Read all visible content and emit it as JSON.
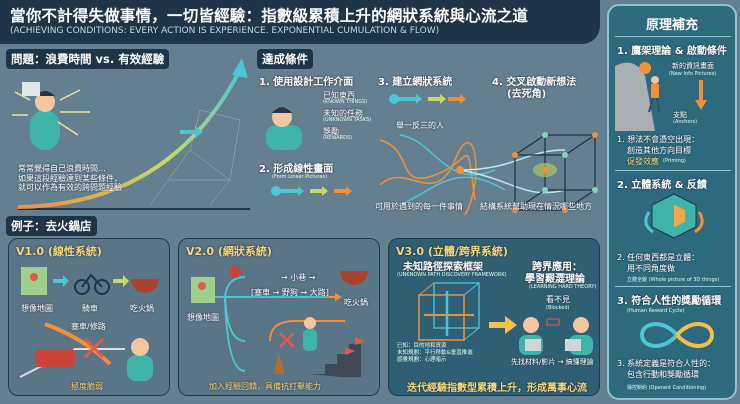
{
  "header": {
    "title": "當你不計得失做事情，一切皆經驗：指數級累積上升的網狀系統與心流之道",
    "subtitle": "(ACHIEVING CONDITIONS: EVERY ACTION IS EXPERIENCE. EXPONENTIAL CUMULATION & FLOW)"
  },
  "problem": {
    "tag": "問題：浪費時間 vs. 有效經驗",
    "lines": [
      "常常覺得自己浪費時間…",
      "如果這段經驗達到某些條件，",
      "就可以作為有效的跨問題經驗"
    ]
  },
  "conditions": {
    "tag": "達成條件",
    "step1": {
      "title": "1. 使用設計工作介面",
      "items": [
        {
          "zh": "已知東西",
          "en": "(KNOWN THINGS)"
        },
        {
          "zh": "未知的任務",
          "en": "(UNKNOWN TASKS)"
        },
        {
          "zh": "獎勵",
          "en": "(REWARDS)"
        }
      ]
    },
    "step2": {
      "title": "2. 形成線性畫面",
      "en": "(Form Linear Pictures)"
    },
    "step3": {
      "title": "3. 建立網狀系統",
      "label": "舉一反三的人",
      "caption": "可用於遇到的每一件事情"
    },
    "step4": {
      "title": "4. 交叉啟動新想法",
      "sub": "(去死角)",
      "caption": "結構系統幫助現在情況哪些地方"
    }
  },
  "example": {
    "tag": "例子：去火鍋店",
    "v1": {
      "title": "V1.0 (線性系統)",
      "steps": [
        "想像地圖",
        "騎車",
        "吃火鍋"
      ],
      "obstacle": "塞車/修路",
      "caption": "極度脆弱"
    },
    "v2": {
      "title": "V2.0 (網狀系統)",
      "start": "想像地圖",
      "route1": "→ 小巷 →",
      "route2": "[塞車 → 野狗 → 大路]",
      "end": "吃火鍋",
      "caption": "加入經驗回饋，具備抗打擊能力"
    },
    "v3": {
      "title": "V3.0 (立體/跨界系統)",
      "framework": "未知路徑探索框架",
      "framework_en": "(UNKNOWN PATH DISCOVERY FRAMEWORK)",
      "legend": [
        "已知：目的地和資源",
        "未知規劃：平行移動&垂直推進",
        "感覺規劃：心理暗示"
      ],
      "cross": "跨界應用：",
      "cross2": "學習艱澀理論",
      "cross_en": "(LEARNING HARD THEORY)",
      "blocked": "看不見",
      "blocked_en": "(Blocked)",
      "flow": "先找材料/影片 → 搞懂理論",
      "caption": "迭代經驗指數型累積上升，形成萬事心流"
    }
  },
  "side": {
    "title": "原理補充",
    "s1": {
      "title": "1. 鷹架理論 & 啟動條件",
      "new_info": "新的資訊畫面",
      "new_info_en": "(New Info Pictures)",
      "anchor": "支點",
      "anchor_en": "(Anchors)",
      "p1": "1. 想法不會憑空出現：",
      "p2": "創造其他方向目標",
      "priming": "促發效應",
      "priming_en": "(Priming)"
    },
    "s2": {
      "title": "2. 立體系統 & 反饋",
      "p1": "2. 任何東西都是立體：",
      "p2": "用不同角度做",
      "note": "立體全貌",
      "note_en": "(Whole picture of 3D things)"
    },
    "s3": {
      "title": "3. 符合人性的獎勵循環",
      "en": "(Human Reward Cycle)",
      "p1": "3. 系統定義是符合人性的：",
      "p2": "包含行動和獎勵循環",
      "note": "操控制約",
      "note_en": "(Operant Conditioning)"
    }
  },
  "colors": {
    "header": "#1f3547",
    "background": "#647f8f",
    "accent_teal": "#4cc6d4",
    "accent_orange": "#f0913a",
    "accent_yellow": "#f3d77a"
  }
}
